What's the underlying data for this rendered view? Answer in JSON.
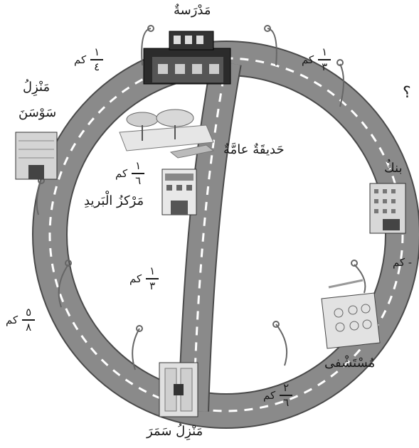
{
  "places": {
    "school": "مَدْرَسةٌ",
    "park": "حَديقَةٌ عامَّةٌ",
    "post_office": "مَرْكزُ الْبَريدِ",
    "bank": "بنكٌ",
    "hospital": "مُسْتَشْفى",
    "sawsan_home_line1": "مَنْزِلُ",
    "sawsan_home_line2": "سَوْسَنَ",
    "samar_home": "مَنْزِلُ سَمَرَ"
  },
  "question_mark": "؟",
  "unit": "كم",
  "distances": {
    "sawsan_to_school": {
      "num": "١",
      "den": "٤"
    },
    "school_to_bank": {
      "num": "١",
      "den": "٣"
    },
    "park_to_post": {
      "num": "١",
      "den": "٦"
    },
    "post_to_samar": {
      "num": "١",
      "den": "٣"
    },
    "samar_to_sawsan": {
      "num": "٥",
      "den": "٨"
    },
    "samar_to_hospital": {
      "num": "٢",
      "den": "٦"
    },
    "bank_partial_unit": "- كم"
  },
  "colors": {
    "road": "#8a8a8a",
    "road_edge": "#4a4a4a",
    "lane": "#ffffff",
    "ink": "#1a1a1a"
  }
}
